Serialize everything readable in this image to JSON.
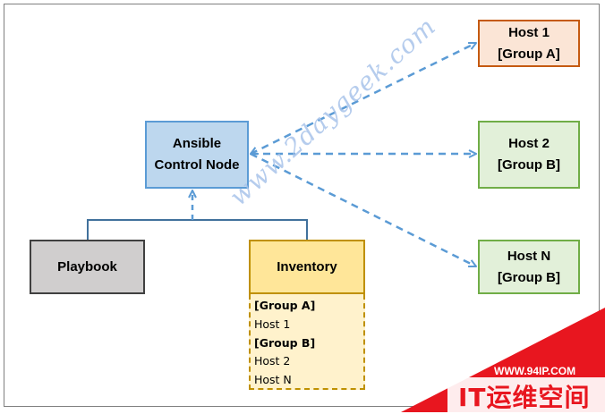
{
  "nodes": {
    "control": {
      "line1": "Ansible",
      "line2": "Control Node"
    },
    "playbook": {
      "label": "Playbook"
    },
    "inventory": {
      "label": "Inventory",
      "entries": [
        {
          "text": "[Group A]",
          "group": true
        },
        {
          "text": "Host 1",
          "group": false
        },
        {
          "text": "[Group B]",
          "group": true
        },
        {
          "text": "Host 2",
          "group": false
        },
        {
          "text": "Host N",
          "group": false
        }
      ]
    },
    "hosts": [
      {
        "name": "Host 1",
        "group": "[Group A]"
      },
      {
        "name": "Host 2",
        "group": "[Group B]"
      },
      {
        "name": "Host N",
        "group": "[Group B]"
      }
    ]
  },
  "watermark": "www.2daygeek.com",
  "stamp": {
    "url": "WWW.94IP.COM",
    "name": "IT运维空间"
  },
  "colors": {
    "link": "#5b9bd5",
    "connector": "#41719c",
    "stamp_red": "#e8161f"
  }
}
